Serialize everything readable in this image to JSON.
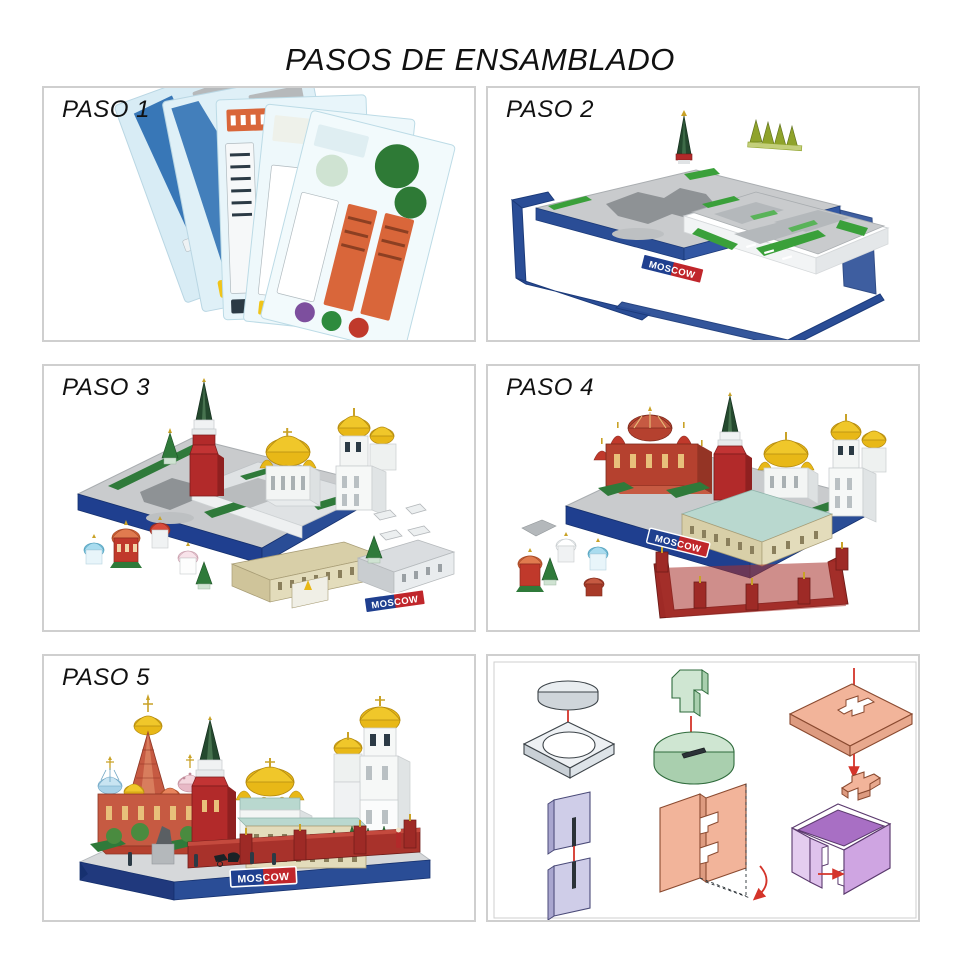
{
  "page": {
    "title": "PASOS DE ENSAMBLADO",
    "background_color": "#ffffff",
    "panel_border_color": "#cfcfcf"
  },
  "panels": [
    {
      "id": "paso-1",
      "label": "PASO 1",
      "content_kind": "punch-sheets",
      "description": "Hojas troqueladas en abanico con piezas de cartón",
      "sheet_count": 5,
      "colors": {
        "sheet": "#d8ecf5",
        "water": "#1c63ab",
        "park": "#2e8b3d",
        "gray_block": "#b6b9bb",
        "orange_block": "#d9663a",
        "cream": "#f3f1e6",
        "yellow": "#f0c419",
        "red": "#c0392b",
        "purple": "#7d4f9e"
      }
    },
    {
      "id": "paso-2",
      "label": "PASO 2",
      "content_kind": "base-platform",
      "description": "Base azul con plataforma gris y áreas verdes, obelisco y árboles sueltos",
      "badge_text": "MOSCOW",
      "colors": {
        "frame_blue": "#2a4d96",
        "platform_gray": "#c9cbcd",
        "platform_dark": "#8e9295",
        "green": "#3aa03a",
        "white": "#ffffff"
      }
    },
    {
      "id": "paso-3",
      "label": "PASO 3",
      "content_kind": "towers-and-cathedrals",
      "description": "Base con torre roja, catedral de cúpulas doradas, campanario y edificios",
      "badge_text": "MOSCOW",
      "colors": {
        "frame_blue": "#2a4d96",
        "tower_red": "#b22a2a",
        "spire_green": "#24492e",
        "dome_gold": "#e8b817",
        "building_white": "#eef1f0",
        "building_cream": "#d8cfa8",
        "tree_green": "#2f7a3a"
      }
    },
    {
      "id": "paso-4",
      "label": "PASO 4",
      "content_kind": "st-basils-and-wall",
      "description": "Se añade la Catedral de San Basilio y la muralla roja del Kremlin",
      "badge_text": "MOSCOW",
      "colors": {
        "frame_blue": "#2a4d96",
        "wall_red": "#9e2a26",
        "basil_red": "#b5412f",
        "dome_gold": "#e8b817",
        "roof_teal": "#b9d8cf"
      }
    },
    {
      "id": "paso-5",
      "label": "PASO 5",
      "content_kind": "completed-model",
      "description": "Modelo terminado de la Plaza Roja de Moscú",
      "badge_text": "MOSCOW",
      "colors": {
        "frame_blue": "#20397d",
        "wall_red": "#a8322b",
        "dome_gold": "#e8b817",
        "dome_blue": "#a9d2e8",
        "dome_pink": "#e8b9c6",
        "ground_gray": "#d6d8da"
      }
    },
    {
      "id": "assembly-techniques",
      "label": "",
      "content_kind": "technique-diagrams",
      "description": "Seis diagramas isométricos que muestran cómo encajar las piezas",
      "diagrams": [
        {
          "name": "disc-into-round-hole",
          "fill": "#dfe3e6",
          "arrow": "#d4342a"
        },
        {
          "name": "tab-into-slotted-disc",
          "fill": "#cfe6d2",
          "arrow": "#d4342a"
        },
        {
          "name": "cross-into-cross-slot",
          "fill": "#f2b49a",
          "arrow": "#d4342a"
        },
        {
          "name": "slot-to-slot-panels",
          "fill": "#cfcde8",
          "arrow": "#d4342a"
        },
        {
          "name": "interlock-fold-panels",
          "fill": "#f2b49a",
          "arrow": "#d4342a"
        },
        {
          "name": "box-corner-notch",
          "fill": "#c9a8dd",
          "arrow": "#d4342a"
        }
      ]
    }
  ]
}
